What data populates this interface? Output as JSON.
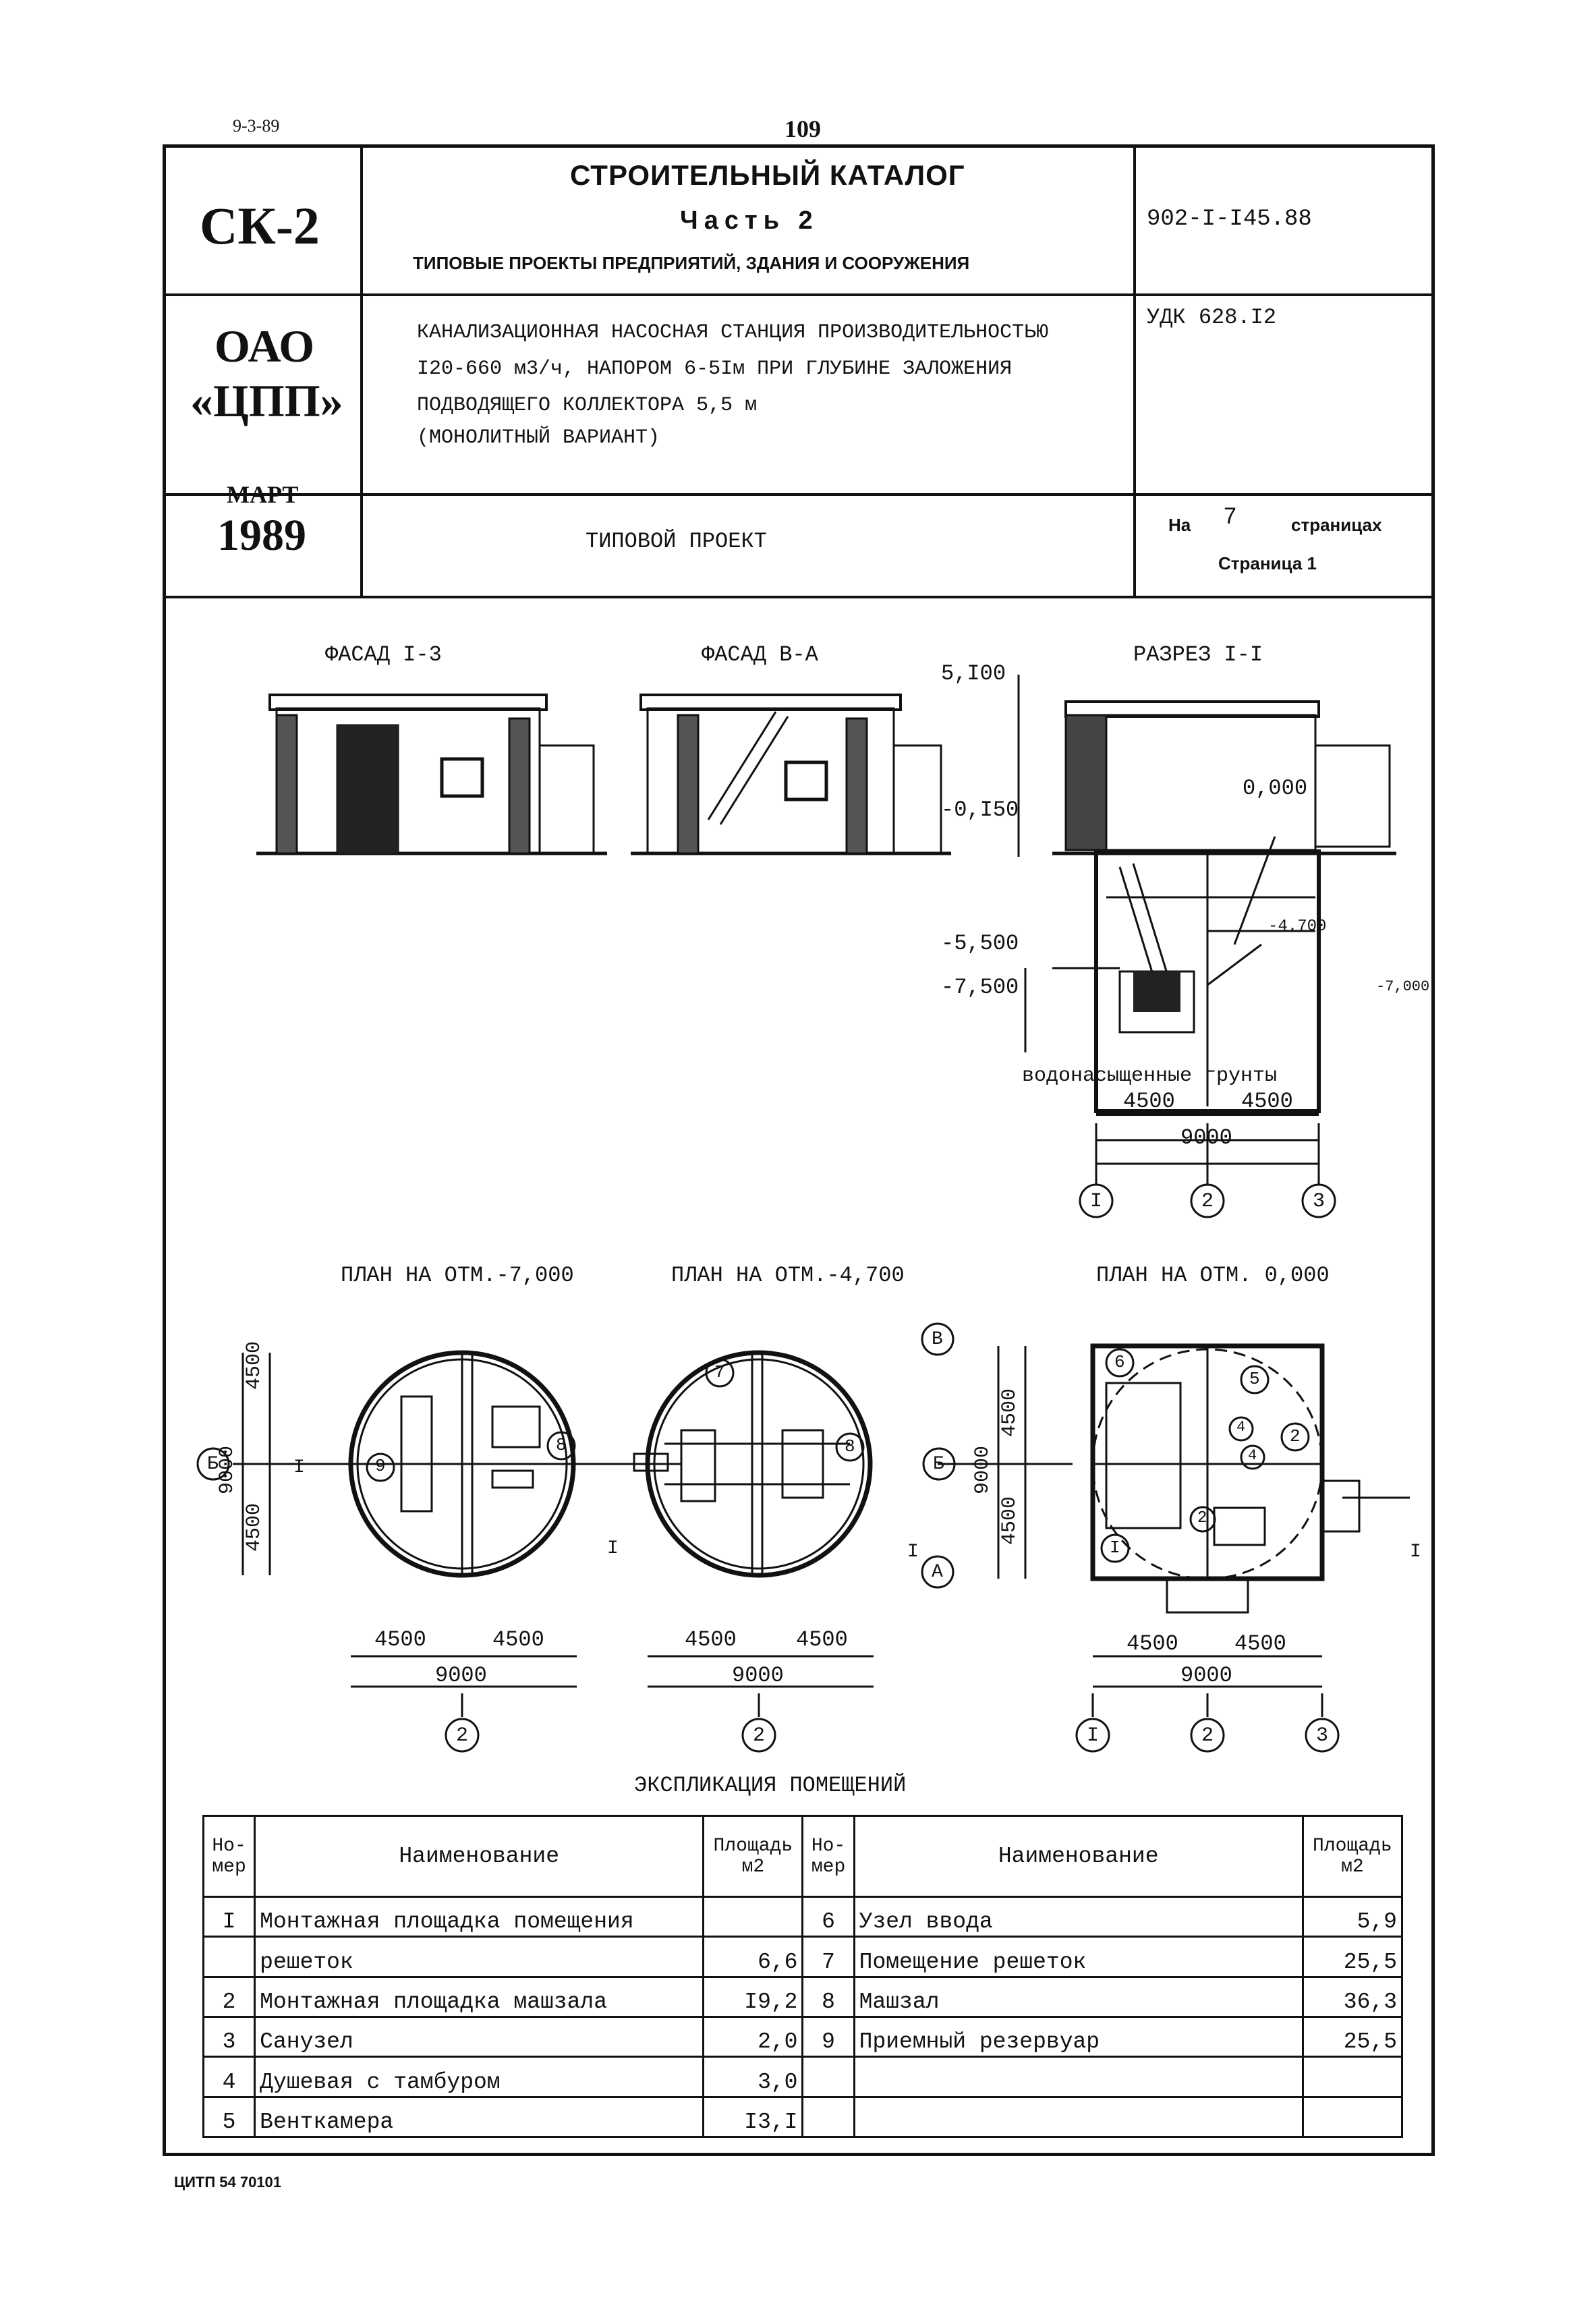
{
  "top": {
    "code": "9-3-89",
    "page_number": "109"
  },
  "header": {
    "series": "СК-2",
    "catalog_title": "СТРОИТЕЛЬНЫЙ КАТАЛОГ",
    "part": "Часть 2",
    "subtitle": "ТИПОВЫЕ ПРОЕКТЫ ПРЕДПРИЯТИЙ, ЗДАНИЯ И СООРУЖЕНИЯ",
    "project_code": "902-I-I45.88",
    "org_line1": "ОАО",
    "org_line2": "«ЦПП»",
    "description_lines": [
      "КАНАЛИЗАЦИОННАЯ НАСОСНАЯ СТАНЦИЯ ПРОИЗВОДИТЕЛЬНОСТЬЮ",
      "I20-660 м3/ч, НАПОРОМ 6-5Iм ПРИ ГЛУБИНЕ ЗАЛОЖЕНИЯ",
      "ПОДВОДЯЩЕГО КОЛЛЕКТОРА 5,5 м",
      "(МОНОЛИТНЫЙ ВАРИАНТ)"
    ],
    "udk": "УДК 628.I2",
    "month": "МАРТ",
    "year": "1989",
    "project_type": "ТИПОВОЙ ПРОЕКТ",
    "pages_prefix": "На",
    "pages_count": "7",
    "pages_suffix": "страницах",
    "page_label": "Страница 1"
  },
  "drawings": {
    "facade_1_3": "ФАСАД I-3",
    "facade_v_a": "ФАСАД В-А",
    "section_1_1": "РАЗРЕЗ I-I",
    "elev_5100": "5,I00",
    "elev_0000": "0,000",
    "elev_m0150": "-0,I50",
    "elev_m4700": "-4.700",
    "elev_m5500": "-5,500",
    "elev_m7500": "-7,500",
    "elev_m7000": "-7,000",
    "water_soils": "водонасыщенные грунты",
    "plan_m7000": "ПЛАН НА ОТМ.-7,000",
    "plan_m4700": "ПЛАН НА ОТМ.-4,700",
    "plan_0000": "ПЛАН НА ОТМ. 0,000",
    "dim_4500": "4500",
    "dim_9000": "9000",
    "axis_1": "I",
    "axis_2": "2",
    "axis_3": "3",
    "axis_A": "А",
    "axis_B": "Б",
    "axis_V": "В",
    "section_mark": "I",
    "room_1": "I",
    "room_2": "2",
    "room_4": "4",
    "room_5": "5",
    "room_6": "6",
    "room_7": "7",
    "room_8": "8",
    "room_9": "9"
  },
  "explication": {
    "title": "ЭКСПЛИКАЦИЯ ПОМЕЩЕНИЙ",
    "col_num": "Но-мер",
    "col_name": "Наименование",
    "col_area": "Площадь м2",
    "left_rows": [
      {
        "num": "I",
        "name": "Монтажная площадка помещения",
        "area": ""
      },
      {
        "num": "",
        "name": "решеток",
        "area": "6,6"
      },
      {
        "num": "2",
        "name": "Монтажная площадка машзала",
        "area": "I9,2"
      },
      {
        "num": "3",
        "name": "Санузел",
        "area": "2,0"
      },
      {
        "num": "4",
        "name": "Душевая с тамбуром",
        "area": "3,0"
      },
      {
        "num": "5",
        "name": "Венткамера",
        "area": "I3,I"
      }
    ],
    "right_rows": [
      {
        "num": "6",
        "name": "Узел ввода",
        "area": "5,9"
      },
      {
        "num": "7",
        "name": "Помещение решеток",
        "area": "25,5"
      },
      {
        "num": "8",
        "name": "Машзал",
        "area": "36,3"
      },
      {
        "num": "9",
        "name": "Приемный резервуар",
        "area": "25,5"
      },
      {
        "num": "",
        "name": "",
        "area": ""
      },
      {
        "num": "",
        "name": "",
        "area": ""
      }
    ]
  },
  "footer": {
    "stamp": "ЦИТП 54 70101"
  }
}
